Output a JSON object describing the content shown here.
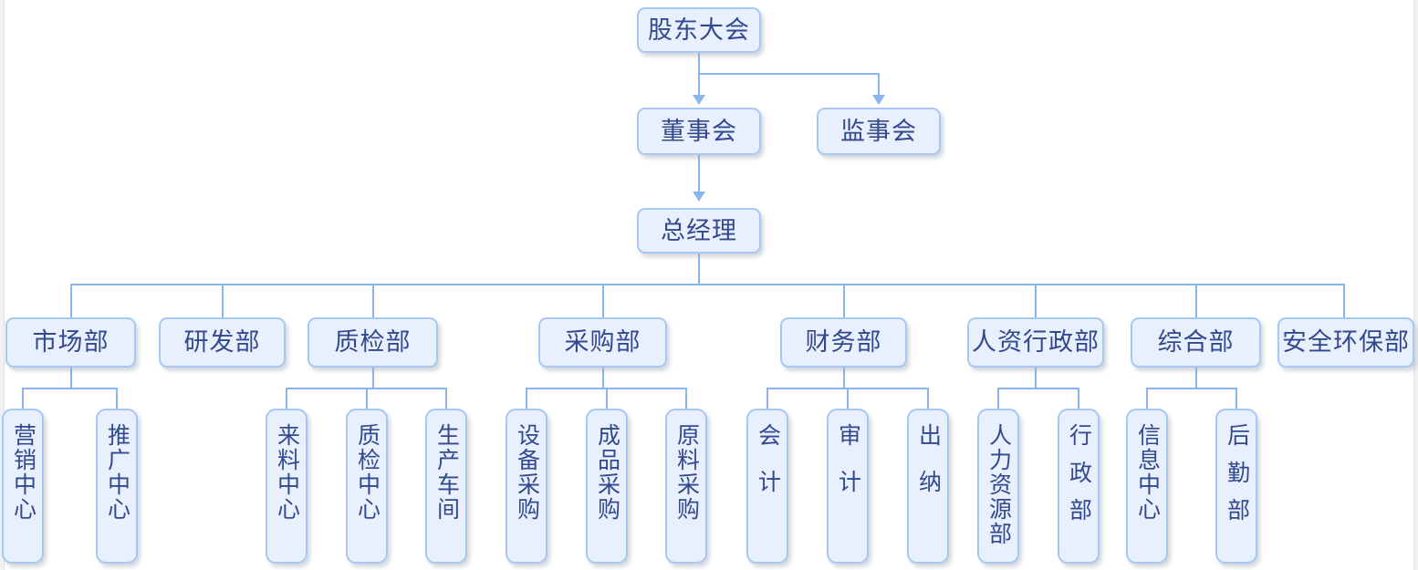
{
  "chart_data": {
    "type": "diagram",
    "diagram_type": "org-chart",
    "title": "",
    "orientation": "top-down",
    "levels": 4,
    "colors": {
      "node_fill": "#e9f0fd",
      "node_border": "#a6c8f2",
      "node_text": "#33498f",
      "connector": "#8ab6f0",
      "background": "#ffffff"
    },
    "nodes": {
      "shareholders_meeting": "股东大会",
      "board_of_directors": "董事会",
      "board_of_supervisors": "监事会",
      "general_manager": "总经理"
    },
    "departments": [
      {
        "id": "marketing",
        "label": "市场部",
        "children": [
          {
            "id": "sales-center",
            "label": "营销中心",
            "chars": 4
          },
          {
            "id": "promotion-center",
            "label": "推广中心",
            "chars": 4
          }
        ]
      },
      {
        "id": "rd",
        "label": "研发部",
        "children": []
      },
      {
        "id": "quality",
        "label": "质检部",
        "children": [
          {
            "id": "incoming-material-center",
            "label": "来料中心",
            "chars": 4
          },
          {
            "id": "quality-inspection-center",
            "label": "质检中心",
            "chars": 4
          },
          {
            "id": "production-workshop",
            "label": "生产车间",
            "chars": 4
          }
        ]
      },
      {
        "id": "procurement",
        "label": "采购部",
        "children": [
          {
            "id": "equipment-procurement",
            "label": "设备采购",
            "chars": 4
          },
          {
            "id": "finished-goods-procurement",
            "label": "成品采购",
            "chars": 4
          },
          {
            "id": "raw-material-procurement",
            "label": "原料采购",
            "chars": 4
          }
        ]
      },
      {
        "id": "finance",
        "label": "财务部",
        "children": [
          {
            "id": "accounting",
            "label": "会计",
            "chars": 2
          },
          {
            "id": "auditing",
            "label": "审计",
            "chars": 2
          },
          {
            "id": "cashier",
            "label": "出纳",
            "chars": 2
          }
        ]
      },
      {
        "id": "hr-admin",
        "label": "人资行政部",
        "children": [
          {
            "id": "human-resources-dept",
            "label": "人力资源部",
            "chars": 5
          },
          {
            "id": "administration-dept",
            "label": "行政部",
            "chars": 3
          }
        ]
      },
      {
        "id": "general-affairs",
        "label": "综合部",
        "children": [
          {
            "id": "information-center",
            "label": "信息中心",
            "chars": 4
          },
          {
            "id": "logistics-dept",
            "label": "后勤部",
            "chars": 3
          }
        ]
      },
      {
        "id": "safety-environment",
        "label": "安全环保部",
        "children": []
      }
    ],
    "edges": [
      {
        "from": "股东大会",
        "to": "董事会",
        "arrow": true
      },
      {
        "from": "股东大会",
        "to": "监事会",
        "arrow": true
      },
      {
        "from": "董事会",
        "to": "总经理",
        "arrow": true
      },
      {
        "from": "总经理",
        "to": "市场部",
        "arrow": false
      },
      {
        "from": "总经理",
        "to": "研发部",
        "arrow": false
      },
      {
        "from": "总经理",
        "to": "质检部",
        "arrow": false
      },
      {
        "from": "总经理",
        "to": "采购部",
        "arrow": false
      },
      {
        "from": "总经理",
        "to": "财务部",
        "arrow": false
      },
      {
        "from": "总经理",
        "to": "人资行政部",
        "arrow": false
      },
      {
        "from": "总经理",
        "to": "综合部",
        "arrow": false
      },
      {
        "from": "总经理",
        "to": "安全环保部",
        "arrow": false
      },
      {
        "from": "市场部",
        "to": "营销中心",
        "arrow": false
      },
      {
        "from": "市场部",
        "to": "推广中心",
        "arrow": false
      },
      {
        "from": "质检部",
        "to": "来料中心",
        "arrow": false
      },
      {
        "from": "质检部",
        "to": "质检中心",
        "arrow": false
      },
      {
        "from": "质检部",
        "to": "生产车间",
        "arrow": false
      },
      {
        "from": "采购部",
        "to": "设备采购",
        "arrow": false
      },
      {
        "from": "采购部",
        "to": "成品采购",
        "arrow": false
      },
      {
        "from": "采购部",
        "to": "原料采购",
        "arrow": false
      },
      {
        "from": "财务部",
        "to": "会计",
        "arrow": false
      },
      {
        "from": "财务部",
        "to": "审计",
        "arrow": false
      },
      {
        "from": "财务部",
        "to": "出纳",
        "arrow": false
      },
      {
        "from": "人资行政部",
        "to": "人力资源部",
        "arrow": false
      },
      {
        "from": "人资行政部",
        "to": "行政部",
        "arrow": false
      },
      {
        "from": "综合部",
        "to": "信息中心",
        "arrow": false
      },
      {
        "from": "综合部",
        "to": "后勤部",
        "arrow": false
      }
    ]
  }
}
